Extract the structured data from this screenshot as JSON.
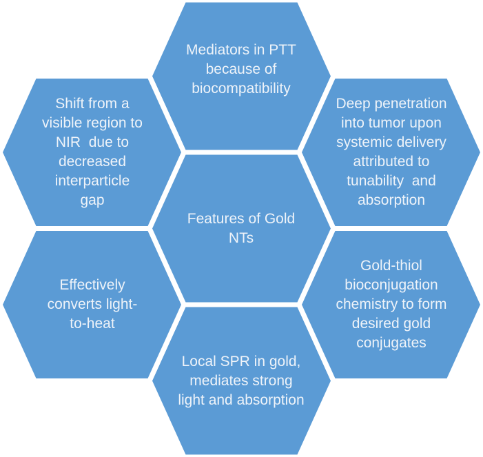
{
  "diagram": {
    "type": "honeycomb-hexagon-diagram",
    "background_color": "#ffffff",
    "hexagon_fill": "#5b9bd5",
    "text_color": "#eef3f9",
    "center": {
      "label": "Features of Gold\nNTs"
    },
    "hexagons": {
      "top": {
        "label": "Mediators in PTT\nbecause of\nbiocompatibility"
      },
      "upper_left": {
        "label": "Shift from a\nvisible region to\nNIR  due to\ndecreased\ninterparticle\ngap"
      },
      "upper_right": {
        "label": "Deep penetration\ninto tumor upon\nsystemic delivery\nattributed to\ntunability  and\nabsorption"
      },
      "lower_left": {
        "label": "Effectively\nconverts light-\nto-heat"
      },
      "lower_right": {
        "label": "Gold-thiol\nbioconjugation\nchemistry to form\ndesired gold\nconjugates"
      },
      "bottom": {
        "label": "Local SPR in gold,\nmediates strong\nlight and absorption"
      }
    }
  }
}
